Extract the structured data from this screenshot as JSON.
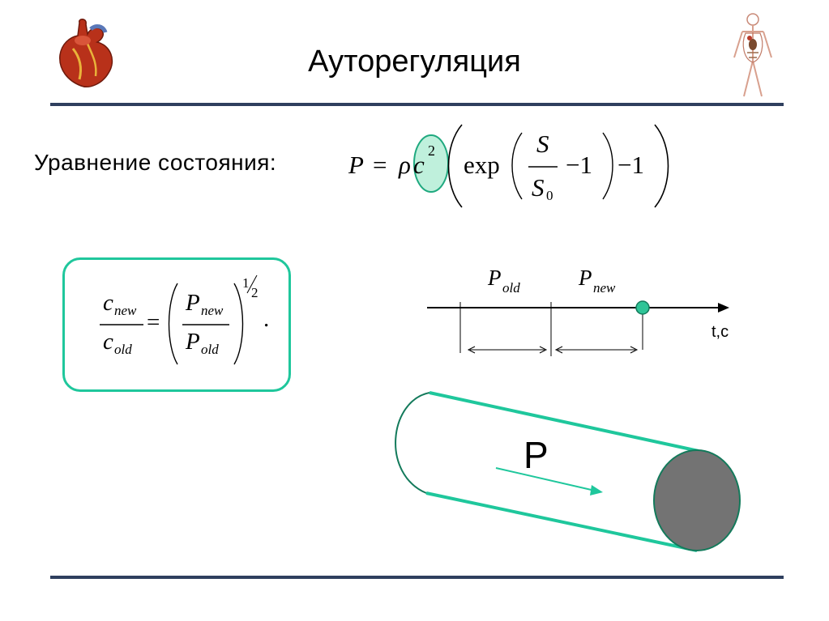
{
  "title": "Ауторегуляция",
  "equation_label": "Уравнение состояния:",
  "equation": {
    "lhs": "P",
    "equals": "=",
    "rho": "ρ",
    "c": "c",
    "power": "2",
    "exp": "exp",
    "S": "S",
    "S0": "S",
    "S0_sub": "0",
    "minus1a": "−1",
    "minus1b": "−1"
  },
  "ratio_formula": {
    "c_new": "c",
    "c_new_sub": "new",
    "c_old": "c",
    "c_old_sub": "old",
    "equals": "=",
    "P_new": "P",
    "P_new_sub": "new",
    "P_old": "P",
    "P_old_sub": "old",
    "exp_num": "1",
    "exp_den": "2",
    "period": "."
  },
  "timeline": {
    "P_old": "P",
    "P_old_sub": "old",
    "P_new": "P",
    "P_new_sub": "new",
    "axis_label": "t,c"
  },
  "tube_label": "P",
  "colors": {
    "accent": "#1fc79c",
    "highlight_fill": "#bff0dc",
    "dot": "#2fc497",
    "rule": "#2f3f5e",
    "tube_end": "#737373"
  },
  "icons": [
    "heart-icon",
    "anatomy-figure-icon"
  ]
}
